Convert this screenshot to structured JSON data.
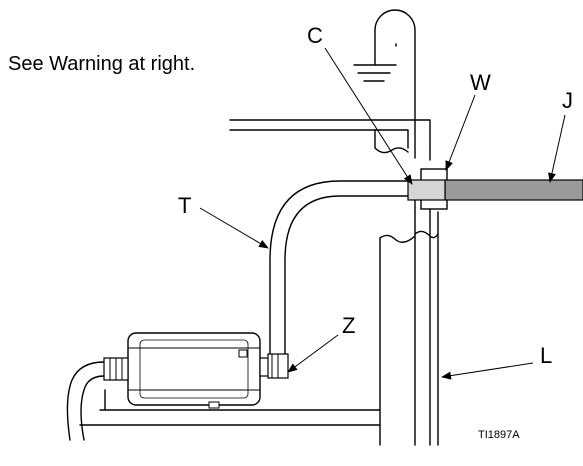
{
  "note": "See Warning at right.",
  "labels": {
    "C": "C",
    "W": "W",
    "J": "J",
    "T": "T",
    "Z": "Z",
    "L": "L"
  },
  "figure_id": "TI1897A",
  "colors": {
    "line": "#000000",
    "pipe": "#9a9a9a",
    "fitting": "#d6d6d6",
    "background": "#ffffff"
  }
}
